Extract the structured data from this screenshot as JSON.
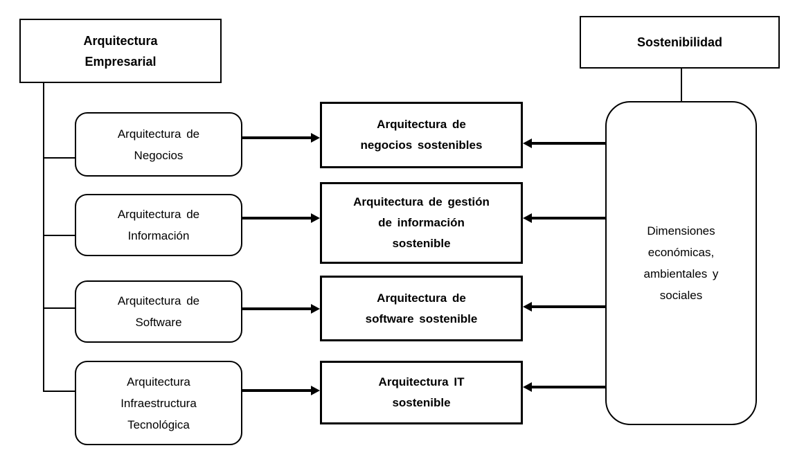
{
  "diagram": {
    "colors": {
      "ink": "#000000",
      "background": "#ffffff"
    },
    "root_left": {
      "label": "Arquitectura\nEmpresarial"
    },
    "root_right": {
      "label": "Sostenibilidad"
    },
    "left_nodes": [
      {
        "label": "Arquitectura de\nNegocios"
      },
      {
        "label": "Arquitectura de\nInformación"
      },
      {
        "label": "Arquitectura de\nSoftware"
      },
      {
        "label": "Arquitectura\nInfraestructura\nTecnológica"
      }
    ],
    "center_nodes": [
      {
        "label": "Arquitectura de\nnegocios sostenibles"
      },
      {
        "label": "Arquitectura de gestión\nde información\nsostenible"
      },
      {
        "label": "Arquitectura de\nsoftware sostenible"
      },
      {
        "label": "Arquitectura IT\nsostenible"
      }
    ],
    "right_node": {
      "label": "Dimensiones\neconómicas,\nambientales y\nsociales"
    }
  }
}
